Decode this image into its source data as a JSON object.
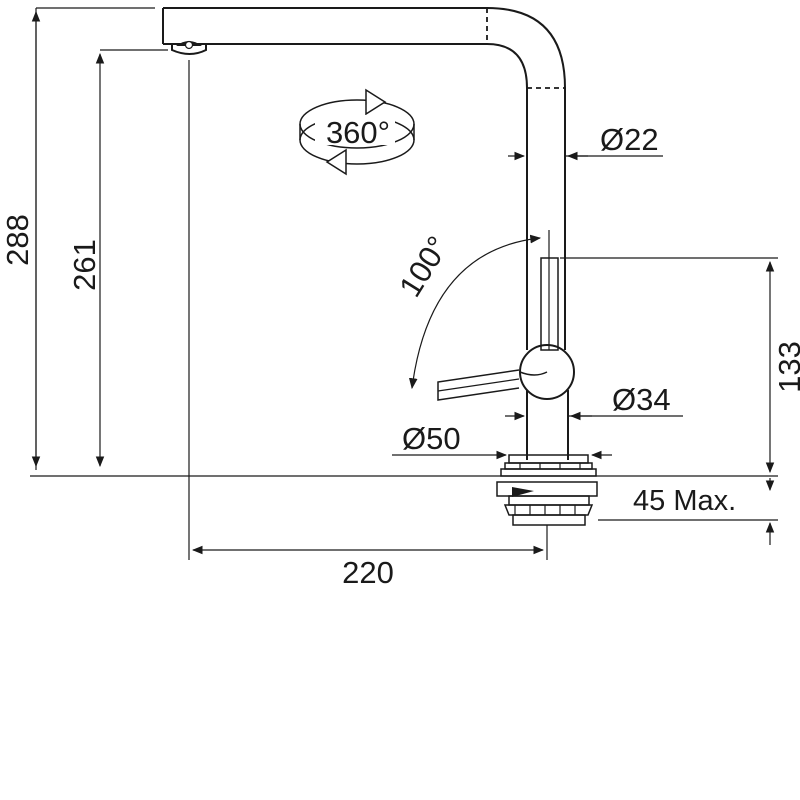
{
  "dimensions": {
    "height_total": "288",
    "height_spout": "261",
    "handle_height": "133",
    "reach": "220",
    "spout_diameter": "Ø22",
    "body_diameter": "Ø34",
    "hole_diameter": "Ø50",
    "deck_thickness": "45 Max."
  },
  "annotations": {
    "rotation": "360°",
    "lever_angle": "100°"
  }
}
